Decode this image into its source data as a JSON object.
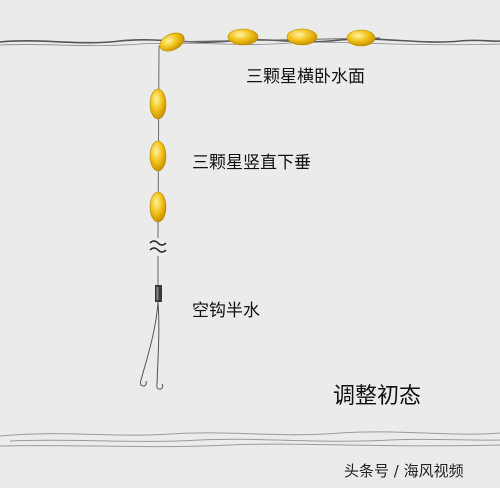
{
  "labels": {
    "floats_horizontal": "三颗星横卧水面",
    "floats_vertical": "三颗星竖直下垂",
    "hook_state": "空钩半水",
    "title": "调整初态"
  },
  "watermark": "头条号 / 海风视频",
  "icons": {
    "float_bead": "float-bead-icon",
    "line_break": "approx-wave-icon",
    "sinker": "sinker-icon",
    "hooks": "double-hook-icon"
  },
  "colors": {
    "background": "#ebebeb",
    "float_fill": "#f2c21a",
    "float_highlight": "#fff3a0",
    "line": "#6a6a6a",
    "text": "#111111"
  }
}
